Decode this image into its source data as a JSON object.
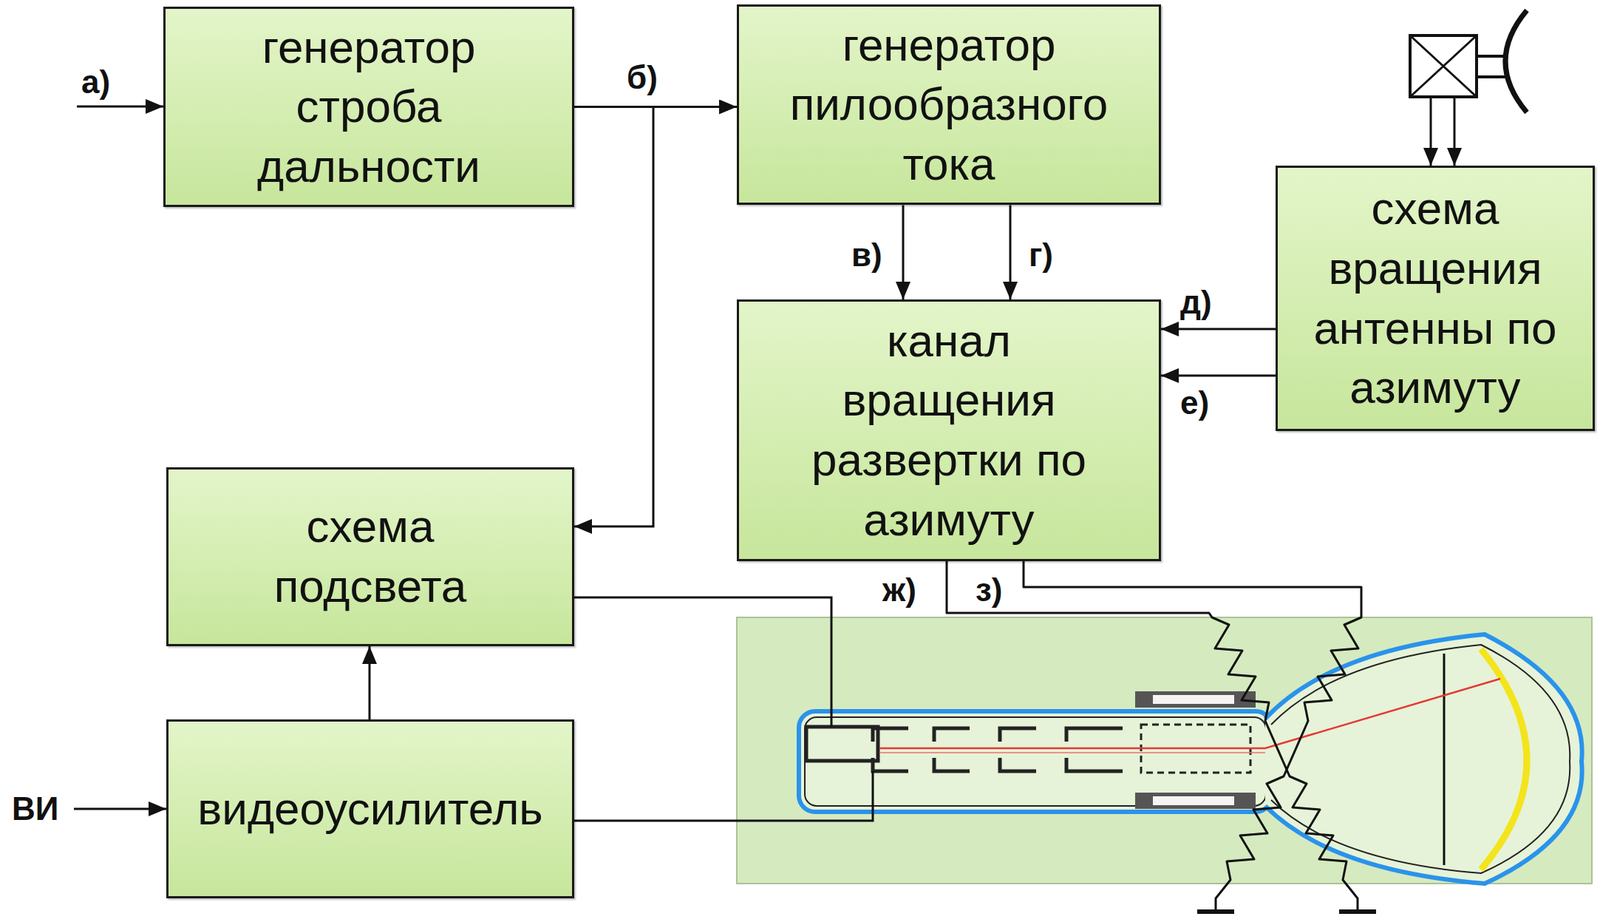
{
  "diagram": {
    "nodes": [
      {
        "text": [
          "генератор строба дальности"
        ]
      },
      {
        "text": [
          "генератор пилообразного тока"
        ]
      },
      {
        "text": [
          "схема вращения антенны по азимуту"
        ]
      },
      {
        "text": [
          "канал вращения развертки по азимуту"
        ]
      },
      {
        "text": [
          "схема подсвета"
        ]
      },
      {
        "text": [
          "видеоусилитель"
        ]
      }
    ],
    "edges": [
      {
        "from": 0,
        "to": 1,
        "arrow": "to"
      },
      {
        "from": 0,
        "to": 4,
        "arrow": "to"
      },
      {
        "from": 1,
        "to": 3,
        "label": "в)",
        "arrow": "to"
      },
      {
        "from": 1,
        "to": 3,
        "label": "г)",
        "arrow": "to"
      },
      {
        "from": 2,
        "to": 3,
        "label": "д)",
        "arrow": "to"
      },
      {
        "from": 2,
        "to": 3,
        "label": "е)",
        "arrow": "to"
      },
      {
        "from": 5,
        "to": 4,
        "arrow": "to"
      }
    ],
    "labels": [
      "а)",
      "б)",
      "ж)",
      "з)",
      "ВИ"
    ]
  }
}
